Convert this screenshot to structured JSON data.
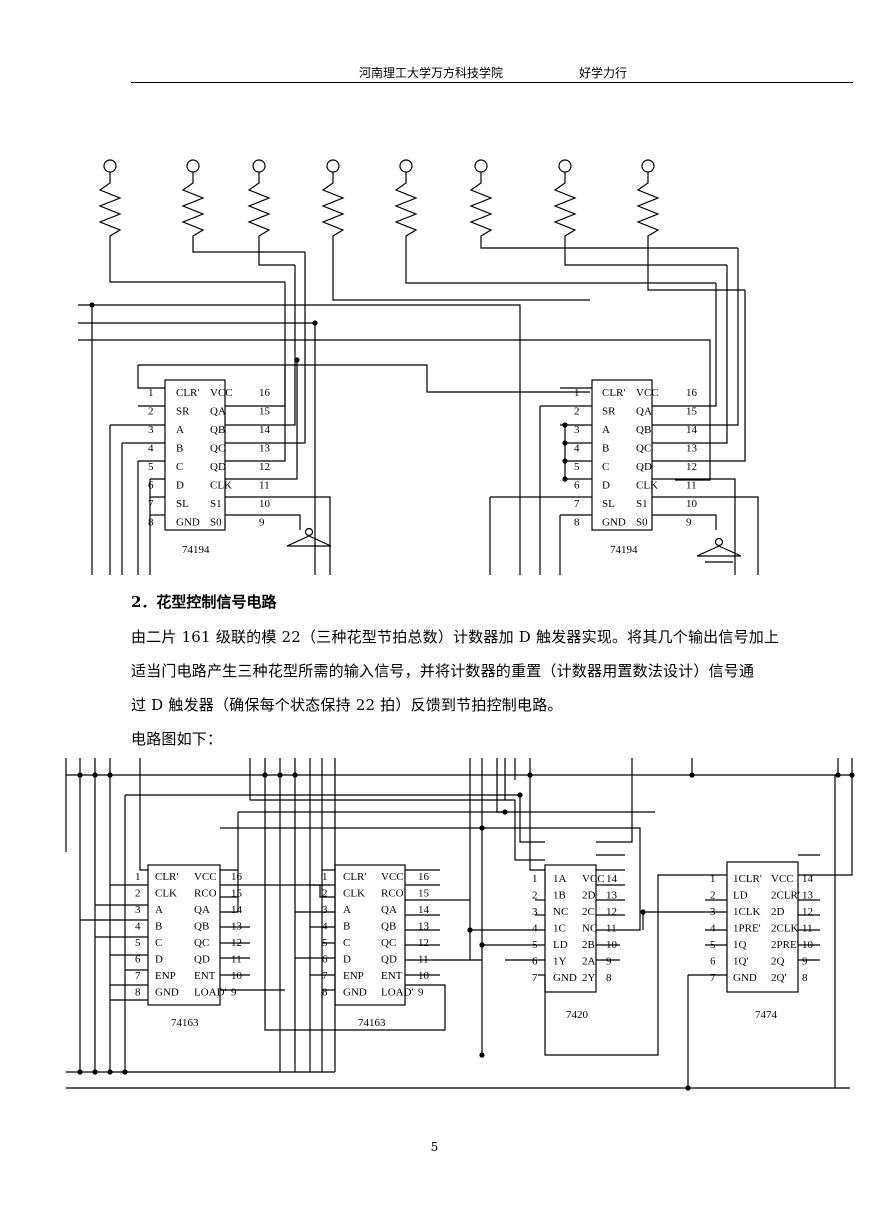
{
  "header": {
    "school": "河南理工大学万方科技学院",
    "motto": "好学力行"
  },
  "section": {
    "heading": "2．花型控制信号电路",
    "paragraph_lines": [
      "由二片 161 级联的模 22（三种花型节拍总数）计数器加 D 触发器实现。将其几个输出信号加上",
      "适当门电路产生三种花型所需的输入信号，并将计数器的重置（计数器用置数法设计）信号通",
      "过 D 触发器（确保每个状态保持 22 拍）反馈到节拍控制电路。"
    ],
    "caption": "电路图如下："
  },
  "diagram1": {
    "chips": [
      {
        "name": "74194",
        "pins": [
          "1",
          "2",
          "3",
          "4",
          "5",
          "6",
          "7",
          "8",
          "16",
          "15",
          "14",
          "13",
          "12",
          "11",
          "10",
          "9"
        ],
        "left_signals": [
          "CLR'",
          "SR",
          "A",
          "B",
          "C",
          "D",
          "SL",
          "GND"
        ],
        "right_signals": [
          "VCC",
          "QA",
          "QB",
          "QC",
          "QD",
          "CLK",
          "S1",
          "S0"
        ]
      },
      {
        "name": "74194",
        "pins": [
          "1",
          "2",
          "3",
          "4",
          "5",
          "6",
          "7",
          "8",
          "16",
          "15",
          "14",
          "13",
          "12",
          "11",
          "10",
          "9"
        ],
        "left_signals": [
          "CLR'",
          "SR",
          "A",
          "B",
          "C",
          "D",
          "SL",
          "GND"
        ],
        "right_signals": [
          "VCC",
          "QA",
          "QB",
          "QC",
          "QD",
          "CLK",
          "S1",
          "S0"
        ]
      }
    ]
  },
  "diagram2": {
    "chips": [
      {
        "name": "74163",
        "pins": [
          "1",
          "2",
          "3",
          "4",
          "5",
          "6",
          "7",
          "8",
          "16",
          "15",
          "14",
          "13",
          "12",
          "11",
          "10",
          "9"
        ],
        "left_signals": [
          "CLR'",
          "CLK",
          "A",
          "B",
          "C",
          "D",
          "ENP",
          "GND"
        ],
        "right_signals": [
          "VCC",
          "RCO",
          "QA",
          "QB",
          "QC",
          "QD",
          "ENT",
          "LOAD'"
        ]
      },
      {
        "name": "74163",
        "pins": [
          "1",
          "2",
          "3",
          "4",
          "5",
          "6",
          "7",
          "8",
          "16",
          "15",
          "14",
          "13",
          "12",
          "11",
          "10",
          "9"
        ],
        "left_signals": [
          "CLR'",
          "CLK",
          "A",
          "B",
          "C",
          "D",
          "ENP",
          "GND"
        ],
        "right_signals": [
          "VCC",
          "RCO",
          "QA",
          "QB",
          "QC",
          "QD",
          "ENT",
          "LOAD'"
        ]
      },
      {
        "name": "7420",
        "pins": [
          "1",
          "2",
          "3",
          "4",
          "5",
          "6",
          "7",
          "14",
          "13",
          "12",
          "11",
          "10",
          "9",
          "8"
        ],
        "left_signals": [
          "1A",
          "1B",
          "NC",
          "1C",
          "LD",
          "1Y",
          "GND"
        ],
        "right_signals": [
          "VCC",
          "2D",
          "2C",
          "NC",
          "2B",
          "2A",
          "2Y"
        ]
      },
      {
        "name": "7474",
        "pins": [
          "1",
          "2",
          "3",
          "4",
          "5",
          "6",
          "7",
          "14",
          "13",
          "12",
          "11",
          "10",
          "9",
          "8"
        ],
        "left_signals": [
          "1CLR'",
          "LD",
          "1CLK",
          "1PRE'",
          "1Q",
          "1Q'",
          "GND"
        ],
        "right_signals": [
          "VCC",
          "2CLR'",
          "2D",
          "2CLK",
          "2PRE'",
          "2Q",
          "2Q'"
        ]
      }
    ]
  },
  "page_number": "5"
}
